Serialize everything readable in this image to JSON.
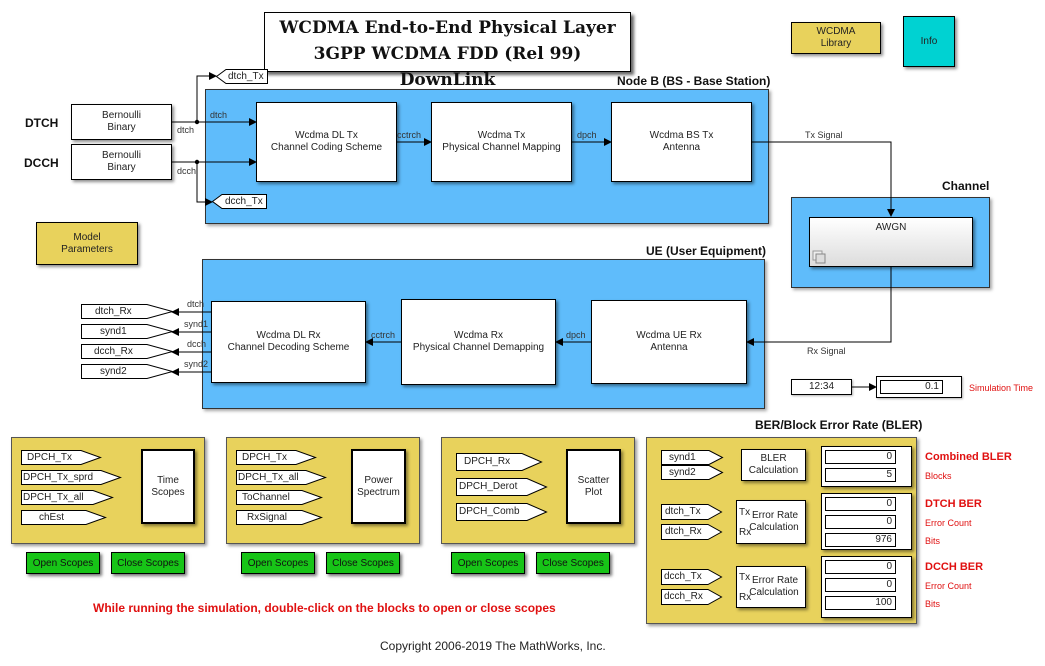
{
  "title": {
    "line1": "WCDMA End-to-End Physical Layer",
    "line2": "3GPP WCDMA FDD (Rel 99) DownLink"
  },
  "top_blocks": {
    "library": [
      "WCDMA",
      "Library"
    ],
    "info": "Info",
    "model_parameters": [
      "Model",
      "Parameters"
    ]
  },
  "sources": {
    "dtch_label": "DTCH",
    "dcch_label": "DCCH",
    "dtch_block": [
      "Bernoulli",
      "Binary"
    ],
    "dcch_block": [
      "Bernoulli",
      "Binary"
    ],
    "dtch_signal": "dtch",
    "dcch_signal": "dcch",
    "dtch_goto": "dtch_Tx",
    "dcch_goto": "dcch_Tx"
  },
  "node_b": {
    "heading": "Node B (BS - Base Station)",
    "in_signal": "dtch",
    "blocks": [
      {
        "line1": "Wcdma DL Tx",
        "line2": "Channel Coding Scheme"
      },
      {
        "line1": "Wcdma Tx",
        "line2": "Physical Channel Mapping"
      },
      {
        "line1": "Wcdma BS Tx",
        "line2": "Antenna"
      }
    ],
    "signals": [
      "cctrch",
      "dpch"
    ],
    "out_signal": "Tx Signal"
  },
  "channel": {
    "heading": "Channel",
    "block": "AWGN",
    "out_signal": "Rx Signal"
  },
  "ue": {
    "heading": "UE (User Equipment)",
    "blocks": [
      {
        "line1": "Wcdma DL Rx",
        "line2": "Channel Decoding Scheme"
      },
      {
        "line1": "Wcdma Rx",
        "line2": "Physical Channel Demapping"
      },
      {
        "line1": "Wcdma UE Rx",
        "line2": "Antenna"
      }
    ],
    "signals": [
      "cctrch",
      "dpch"
    ],
    "outputs": [
      {
        "port": "dtch",
        "goto": "dtch_Rx"
      },
      {
        "port": "synd1",
        "goto": "synd1"
      },
      {
        "port": "dcch",
        "goto": "dcch_Rx"
      },
      {
        "port": "synd2",
        "goto": "synd2"
      }
    ]
  },
  "sim_time": {
    "clock": "12:34",
    "value": "0.1",
    "label": "Simulation Time"
  },
  "scopes": [
    {
      "inputs": [
        "DPCH_Tx",
        "DPCH_Tx_sprd",
        "DPCH_Tx_all",
        "chEst"
      ],
      "block": [
        "Time",
        "Scopes"
      ],
      "open": "Open Scopes",
      "close": "Close Scopes"
    },
    {
      "inputs": [
        "DPCH_Tx",
        "DPCH_Tx_all",
        "ToChannel",
        "RxSignal"
      ],
      "block": [
        "Power",
        "Spectrum"
      ],
      "open": "Open Scopes",
      "close": "Close Scopes"
    },
    {
      "inputs": [
        "DPCH_Rx",
        "DPCH_Derot",
        "DPCH_Comb"
      ],
      "block": [
        "Scatter",
        "Plot"
      ],
      "open": "Open Scopes",
      "close": "Close Scopes"
    }
  ],
  "ber": {
    "heading": "BER/Block Error Rate (BLER)",
    "bler": {
      "inputs": [
        "synd1",
        "synd2"
      ],
      "block": [
        "BLER",
        "Calculation"
      ],
      "values": [
        "0",
        "5"
      ],
      "title": "Combined BLER",
      "labels": [
        "Blocks"
      ]
    },
    "dtch": {
      "inputs": [
        "dtch_Tx",
        "dtch_Rx"
      ],
      "ports": [
        "Tx",
        "Rx"
      ],
      "block": [
        "Error Rate",
        "Calculation"
      ],
      "values": [
        "0",
        "0",
        "976"
      ],
      "title": "DTCH BER",
      "labels": [
        "Error Count",
        "Bits"
      ]
    },
    "dcch": {
      "inputs": [
        "dcch_Tx",
        "dcch_Rx"
      ],
      "ports": [
        "Tx",
        "Rx"
      ],
      "block": [
        "Error Rate",
        "Calculation"
      ],
      "values": [
        "0",
        "0",
        "100"
      ],
      "title": "DCCH BER",
      "labels": [
        "Error Count",
        "Bits"
      ]
    }
  },
  "footer": {
    "hint": "While running the simulation, double-click on the blocks to open or close scopes",
    "copyright": "Copyright 2006-2019 The MathWorks, Inc."
  },
  "colors": {
    "subsystem_area": "#5fbcfb",
    "annotation_panel": "#e8d25c",
    "info_block": "#00d2d2",
    "button": "#17c417",
    "annotation_red": "#e01010"
  }
}
